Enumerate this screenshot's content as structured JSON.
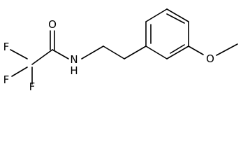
{
  "molecule": {
    "atoms": {
      "f1": "F",
      "f2": "F",
      "f3": "F",
      "o_carbonyl": "O",
      "n_amide": "N",
      "n_hydrogen": "H",
      "o_methoxy": "O"
    },
    "colors": {
      "bond": "#000000",
      "label": "#000000",
      "background": "#ffffff"
    }
  }
}
